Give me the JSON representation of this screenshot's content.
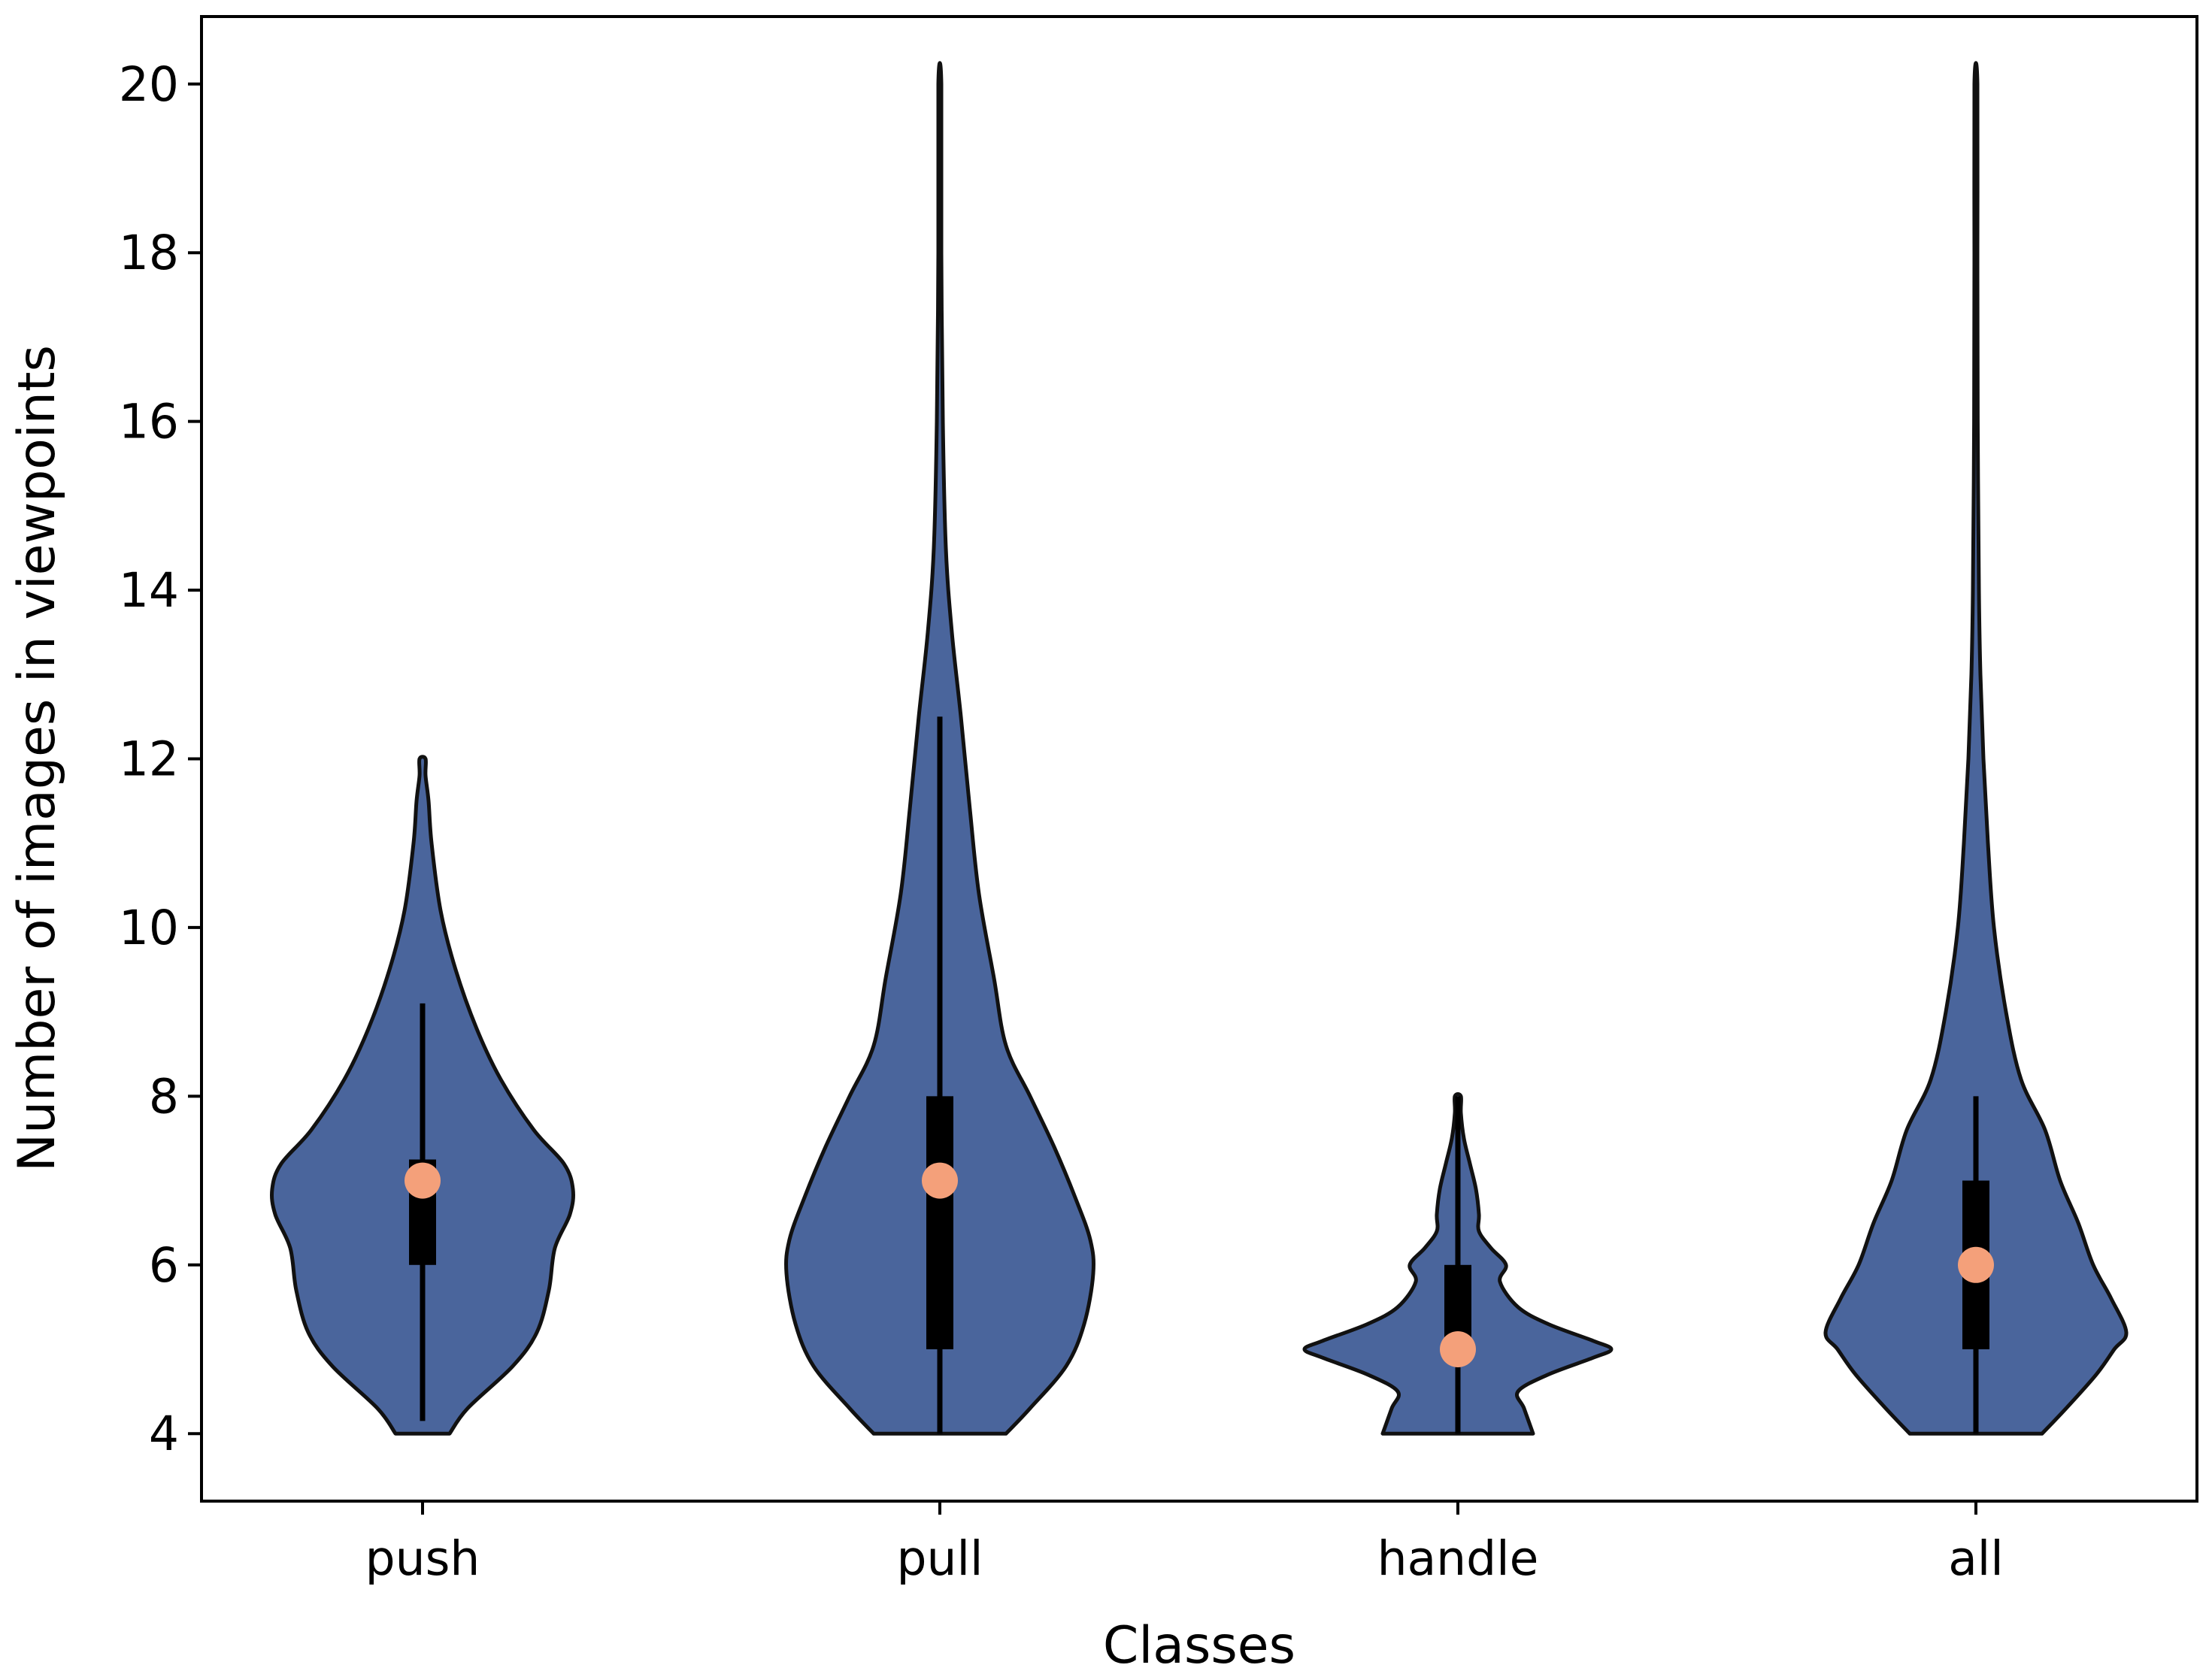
{
  "chart_data": {
    "type": "violin",
    "xlabel": "Classes",
    "ylabel": "Number of images in viewpoints",
    "categories": [
      "push",
      "pull",
      "handle",
      "all"
    ],
    "ylim": [
      3.2,
      20.8
    ],
    "yticks": [
      4,
      6,
      8,
      10,
      12,
      14,
      16,
      18,
      20
    ],
    "grid": false,
    "legend": "none",
    "colors": {
      "violin_fill": "#4a659c",
      "violin_edge": "#111111",
      "box": "#000000",
      "median_dot": "#f4a07a"
    },
    "violins": [
      {
        "category": "push",
        "min": 4,
        "q1": 6.0,
        "median": 7.0,
        "q3": 7.25,
        "whisker_low": 4.15,
        "whisker_high": 9.1,
        "max": 12,
        "density": [
          [
            4.0,
            0.09
          ],
          [
            4.3,
            0.15
          ],
          [
            4.8,
            0.3
          ],
          [
            5.2,
            0.38
          ],
          [
            5.7,
            0.42
          ],
          [
            6.2,
            0.44
          ],
          [
            6.6,
            0.49
          ],
          [
            6.9,
            0.5
          ],
          [
            7.2,
            0.47
          ],
          [
            7.6,
            0.37
          ],
          [
            8.2,
            0.26
          ],
          [
            8.8,
            0.18
          ],
          [
            9.5,
            0.11
          ],
          [
            10.2,
            0.06
          ],
          [
            11.0,
            0.03
          ],
          [
            11.5,
            0.02
          ],
          [
            11.8,
            0.01
          ],
          [
            12.0,
            0.01
          ]
        ]
      },
      {
        "category": "pull",
        "min": 4,
        "q1": 5.0,
        "median": 7.0,
        "q3": 8.0,
        "whisker_low": 4.0,
        "whisker_high": 12.5,
        "max": 20,
        "density": [
          [
            4.0,
            0.22
          ],
          [
            4.3,
            0.3
          ],
          [
            4.8,
            0.42
          ],
          [
            5.3,
            0.48
          ],
          [
            5.9,
            0.51
          ],
          [
            6.3,
            0.5
          ],
          [
            6.8,
            0.45
          ],
          [
            7.4,
            0.38
          ],
          [
            8.0,
            0.3
          ],
          [
            8.6,
            0.22
          ],
          [
            9.4,
            0.18
          ],
          [
            10.4,
            0.13
          ],
          [
            11.4,
            0.1
          ],
          [
            12.5,
            0.07
          ],
          [
            13.5,
            0.04
          ],
          [
            14.5,
            0.02
          ],
          [
            16.0,
            0.01
          ],
          [
            18.0,
            0.005
          ],
          [
            20.0,
            0.005
          ]
        ]
      },
      {
        "category": "handle",
        "min": 4,
        "q1": 5.0,
        "median": 5.0,
        "q3": 6.0,
        "whisker_low": 4.0,
        "whisker_high": 8.0,
        "max": 8,
        "density": [
          [
            4.0,
            0.25
          ],
          [
            4.3,
            0.22
          ],
          [
            4.5,
            0.2
          ],
          [
            4.7,
            0.3
          ],
          [
            4.9,
            0.45
          ],
          [
            5.0,
            0.51
          ],
          [
            5.1,
            0.45
          ],
          [
            5.3,
            0.3
          ],
          [
            5.5,
            0.2
          ],
          [
            5.8,
            0.14
          ],
          [
            6.0,
            0.16
          ],
          [
            6.2,
            0.11
          ],
          [
            6.4,
            0.07
          ],
          [
            6.6,
            0.07
          ],
          [
            6.9,
            0.06
          ],
          [
            7.2,
            0.04
          ],
          [
            7.5,
            0.02
          ],
          [
            7.8,
            0.01
          ],
          [
            8.0,
            0.01
          ]
        ]
      },
      {
        "category": "all",
        "min": 4,
        "q1": 5.0,
        "median": 6.0,
        "q3": 7.0,
        "whisker_low": 4.0,
        "whisker_high": 8.0,
        "max": 20,
        "density": [
          [
            4.0,
            0.22
          ],
          [
            4.3,
            0.3
          ],
          [
            4.7,
            0.4
          ],
          [
            5.0,
            0.46
          ],
          [
            5.2,
            0.5
          ],
          [
            5.6,
            0.45
          ],
          [
            6.0,
            0.39
          ],
          [
            6.5,
            0.34
          ],
          [
            7.0,
            0.28
          ],
          [
            7.6,
            0.23
          ],
          [
            8.2,
            0.15
          ],
          [
            9.0,
            0.1
          ],
          [
            10.0,
            0.06
          ],
          [
            11.0,
            0.04
          ],
          [
            12.0,
            0.025
          ],
          [
            13.0,
            0.015
          ],
          [
            14.0,
            0.01
          ],
          [
            16.0,
            0.006
          ],
          [
            18.0,
            0.005
          ],
          [
            20.0,
            0.005
          ]
        ]
      }
    ]
  }
}
